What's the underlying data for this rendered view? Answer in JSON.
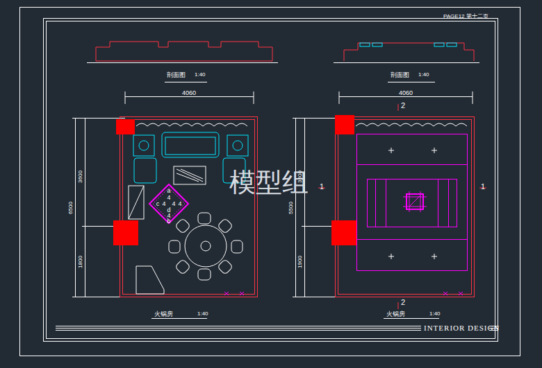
{
  "diagram": {
    "nodes": [
      {
        "text": [
          "a",
          "4",
          "c",
          "4",
          "4",
          "4",
          "d",
          "4",
          "b"
        ]
      }
    ],
    "labels": [
      "PAGE12 第十二页",
      "剖面图",
      "1:40",
      "剖面图",
      "1:40",
      "4060",
      "4060",
      "3600",
      "6500",
      "1800",
      "3600",
      "5500",
      "1900",
      "2",
      "2",
      "1",
      "1",
      "火锅房",
      "1:40",
      "火锅房",
      "1:40",
      "INTERIOR DESIGN",
      "模型组"
    ]
  }
}
